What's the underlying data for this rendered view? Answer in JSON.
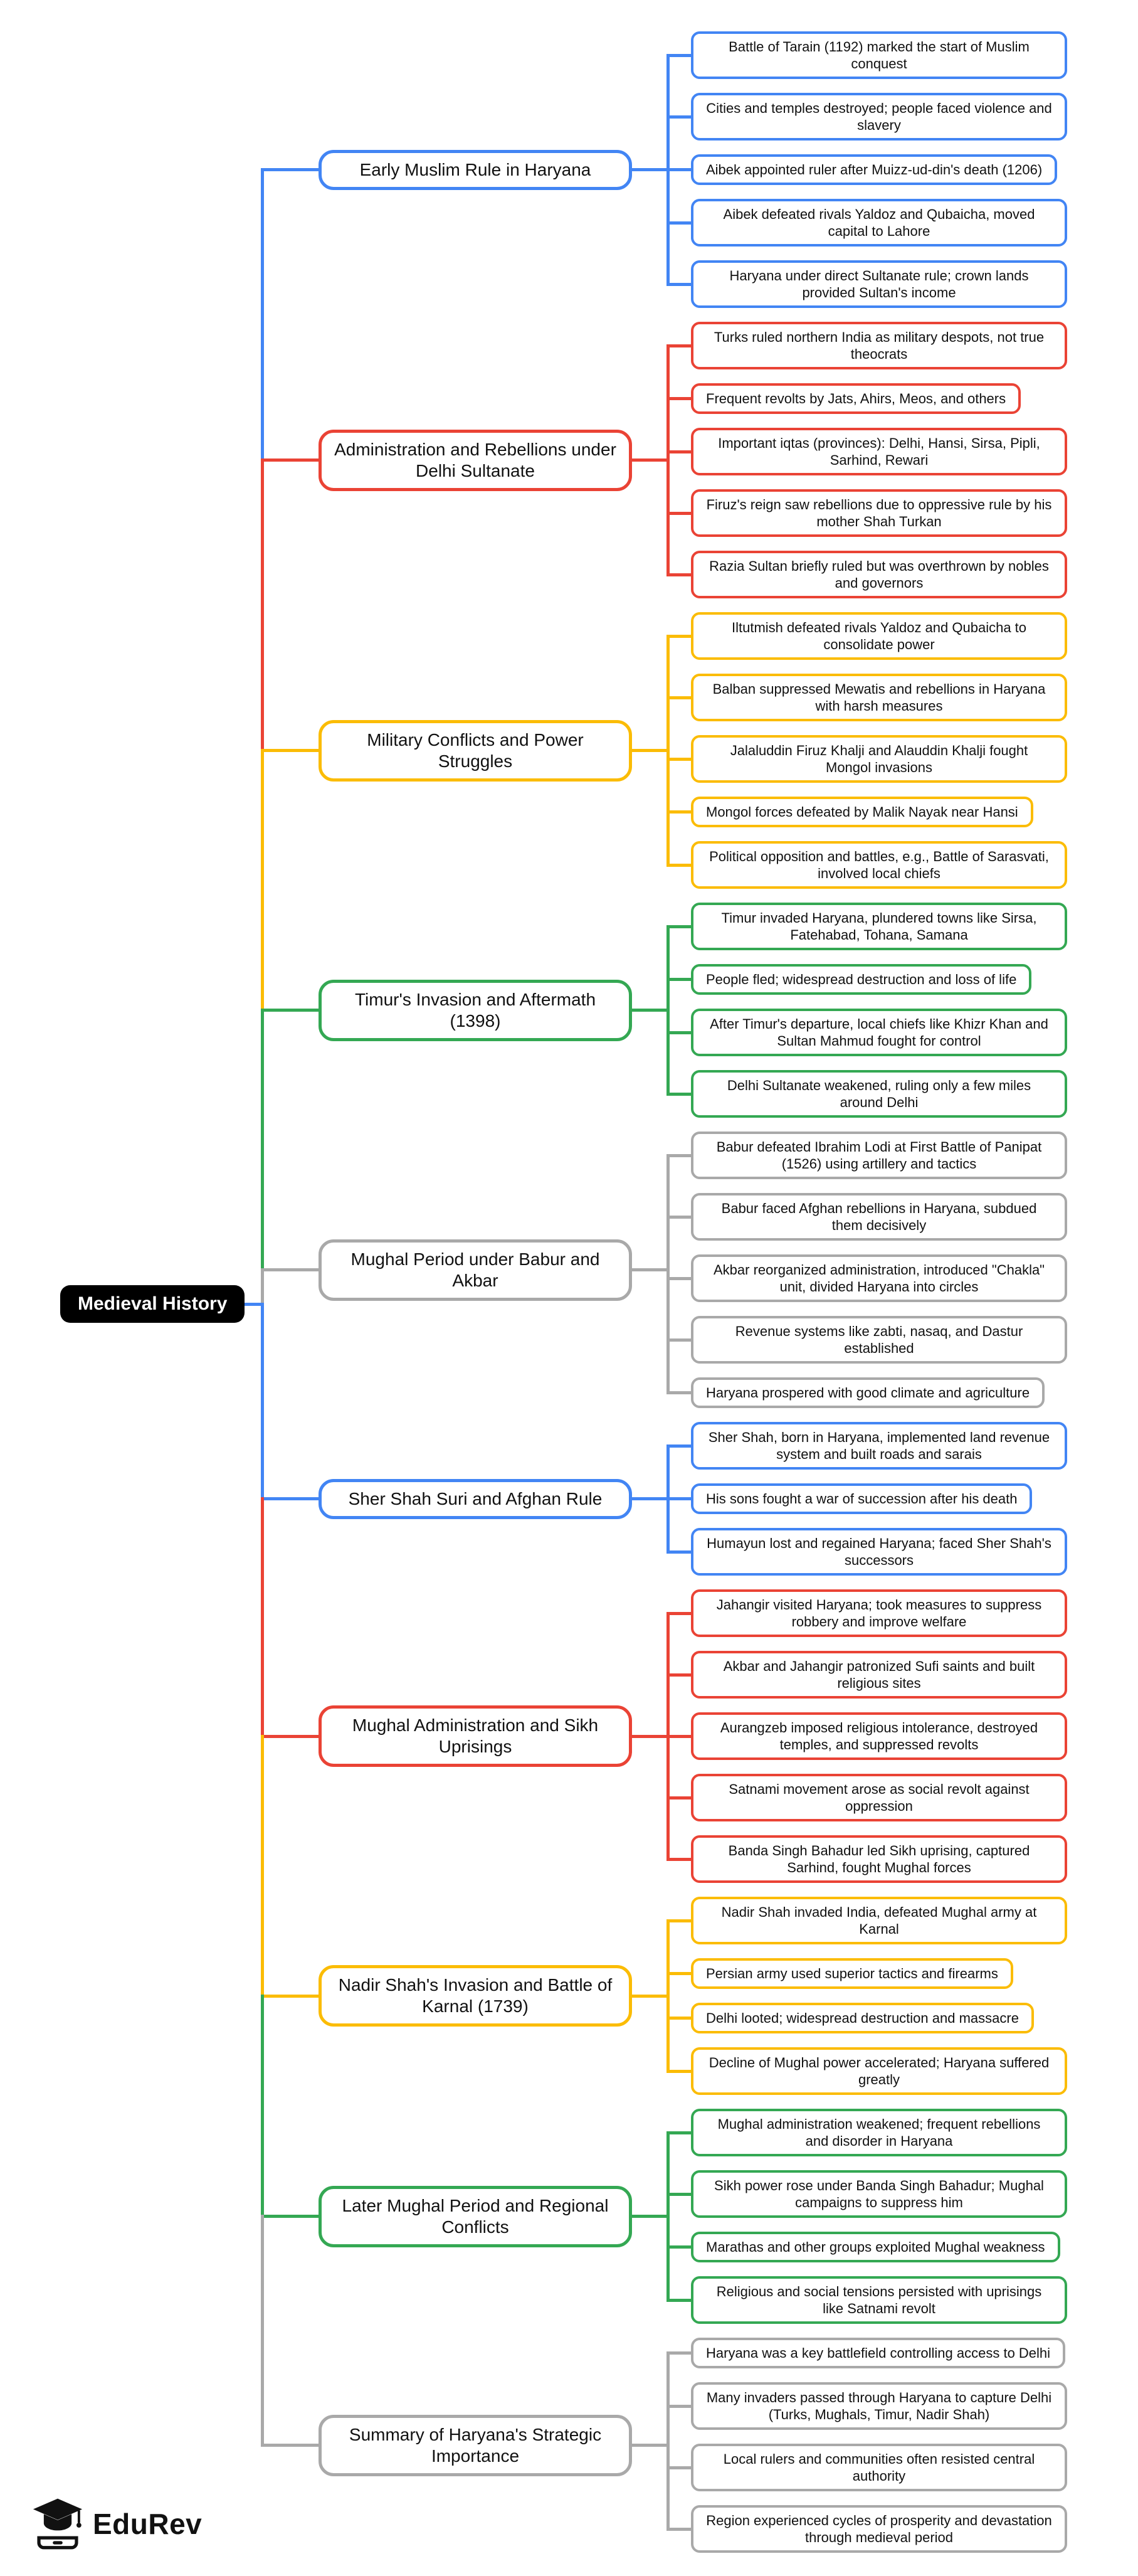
{
  "mindmap": {
    "root": {
      "label": "Medieval History",
      "bg_color": "#000000",
      "text_color": "#ffffff"
    },
    "branches": [
      {
        "label": "Early Muslim Rule in Haryana",
        "color": "#4285F4",
        "leaves": [
          "Battle of Tarain (1192) marked the start of Muslim conquest",
          "Cities and temples destroyed; people faced violence and slavery",
          "Aibek appointed ruler after Muizz-ud-din's death (1206)",
          "Aibek defeated rivals Yaldoz and Qubaicha, moved capital to Lahore",
          "Haryana under direct Sultanate rule; crown lands provided Sultan's income"
        ]
      },
      {
        "label": "Administration and Rebellions under Delhi Sultanate",
        "color": "#EA4335",
        "leaves": [
          "Turks ruled northern India as military despots, not true theocrats",
          "Frequent revolts by Jats, Ahirs, Meos, and others",
          "Important iqtas (provinces): Delhi, Hansi, Sirsa, Pipli, Sarhind, Rewari",
          "Firuz's reign saw rebellions due to oppressive rule by his mother Shah Turkan",
          "Razia Sultan briefly ruled but was overthrown by nobles and governors"
        ]
      },
      {
        "label": "Military Conflicts and Power Struggles",
        "color": "#FBBC05",
        "leaves": [
          "Iltutmish defeated rivals Yaldoz and Qubaicha to consolidate power",
          "Balban suppressed Mewatis and rebellions in Haryana with harsh measures",
          "Jalaluddin Firuz Khalji and Alauddin Khalji fought Mongol invasions",
          "Mongol forces defeated by Malik Nayak near Hansi",
          "Political opposition and battles, e.g., Battle of Sarasvati, involved local chiefs"
        ]
      },
      {
        "label": "Timur's Invasion and Aftermath (1398)",
        "color": "#34A853",
        "leaves": [
          "Timur invaded Haryana, plundered towns like Sirsa, Fatehabad, Tohana, Samana",
          "People fled; widespread destruction and loss of life",
          "After Timur's departure, local chiefs like Khizr Khan and Sultan Mahmud fought for control",
          "Delhi Sultanate weakened, ruling only a few miles around Delhi"
        ]
      },
      {
        "label": "Mughal Period under Babur and Akbar",
        "color": "#A9A9A9",
        "leaves": [
          "Babur defeated Ibrahim Lodi at First Battle of Panipat (1526) using artillery and tactics",
          "Babur faced Afghan rebellions in Haryana, subdued them decisively",
          "Akbar reorganized administration, introduced \"Chakla\" unit, divided Haryana into circles",
          "Revenue systems like zabti, nasaq, and Dastur established",
          "Haryana prospered with good climate and agriculture"
        ]
      },
      {
        "label": "Sher Shah Suri and Afghan Rule",
        "color": "#4285F4",
        "leaves": [
          "Sher Shah, born in Haryana, implemented land revenue system and built roads and sarais",
          "His sons fought a war of succession after his death",
          "Humayun lost and regained Haryana; faced Sher Shah's successors"
        ]
      },
      {
        "label": "Mughal Administration and Sikh Uprisings",
        "color": "#EA4335",
        "leaves": [
          "Jahangir visited Haryana; took measures to suppress robbery and improve welfare",
          "Akbar and Jahangir patronized Sufi saints and built religious sites",
          "Aurangzeb imposed religious intolerance, destroyed temples, and suppressed revolts",
          "Satnami movement arose as social revolt against oppression",
          "Banda Singh Bahadur led Sikh uprising, captured Sarhind, fought Mughal forces"
        ]
      },
      {
        "label": "Nadir Shah's Invasion and Battle of Karnal (1739)",
        "color": "#FBBC05",
        "leaves": [
          "Nadir Shah invaded India, defeated Mughal army at Karnal",
          "Persian army used superior tactics and firearms",
          "Delhi looted; widespread destruction and massacre",
          "Decline of Mughal power accelerated; Haryana suffered greatly"
        ]
      },
      {
        "label": "Later Mughal Period and Regional Conflicts",
        "color": "#34A853",
        "leaves": [
          "Mughal administration weakened; frequent rebellions and disorder in Haryana",
          "Sikh power rose under Banda Singh Bahadur; Mughal campaigns to suppress him",
          "Marathas and other groups exploited Mughal weakness",
          "Religious and social tensions persisted with uprisings like Satnami revolt"
        ]
      },
      {
        "label": "Summary of Haryana's Strategic Importance",
        "color": "#A9A9A9",
        "leaves": [
          "Haryana was a key battlefield controlling access to Delhi",
          "Many invaders passed through Haryana to capture Delhi (Turks, Mughals, Timur, Nadir Shah)",
          "Local rulers and communities often resisted central authority",
          "Region experienced cycles of prosperity and devastation through medieval period"
        ]
      }
    ]
  },
  "logo": {
    "text": "EduRev",
    "icon": "graduation-cap-icon"
  }
}
